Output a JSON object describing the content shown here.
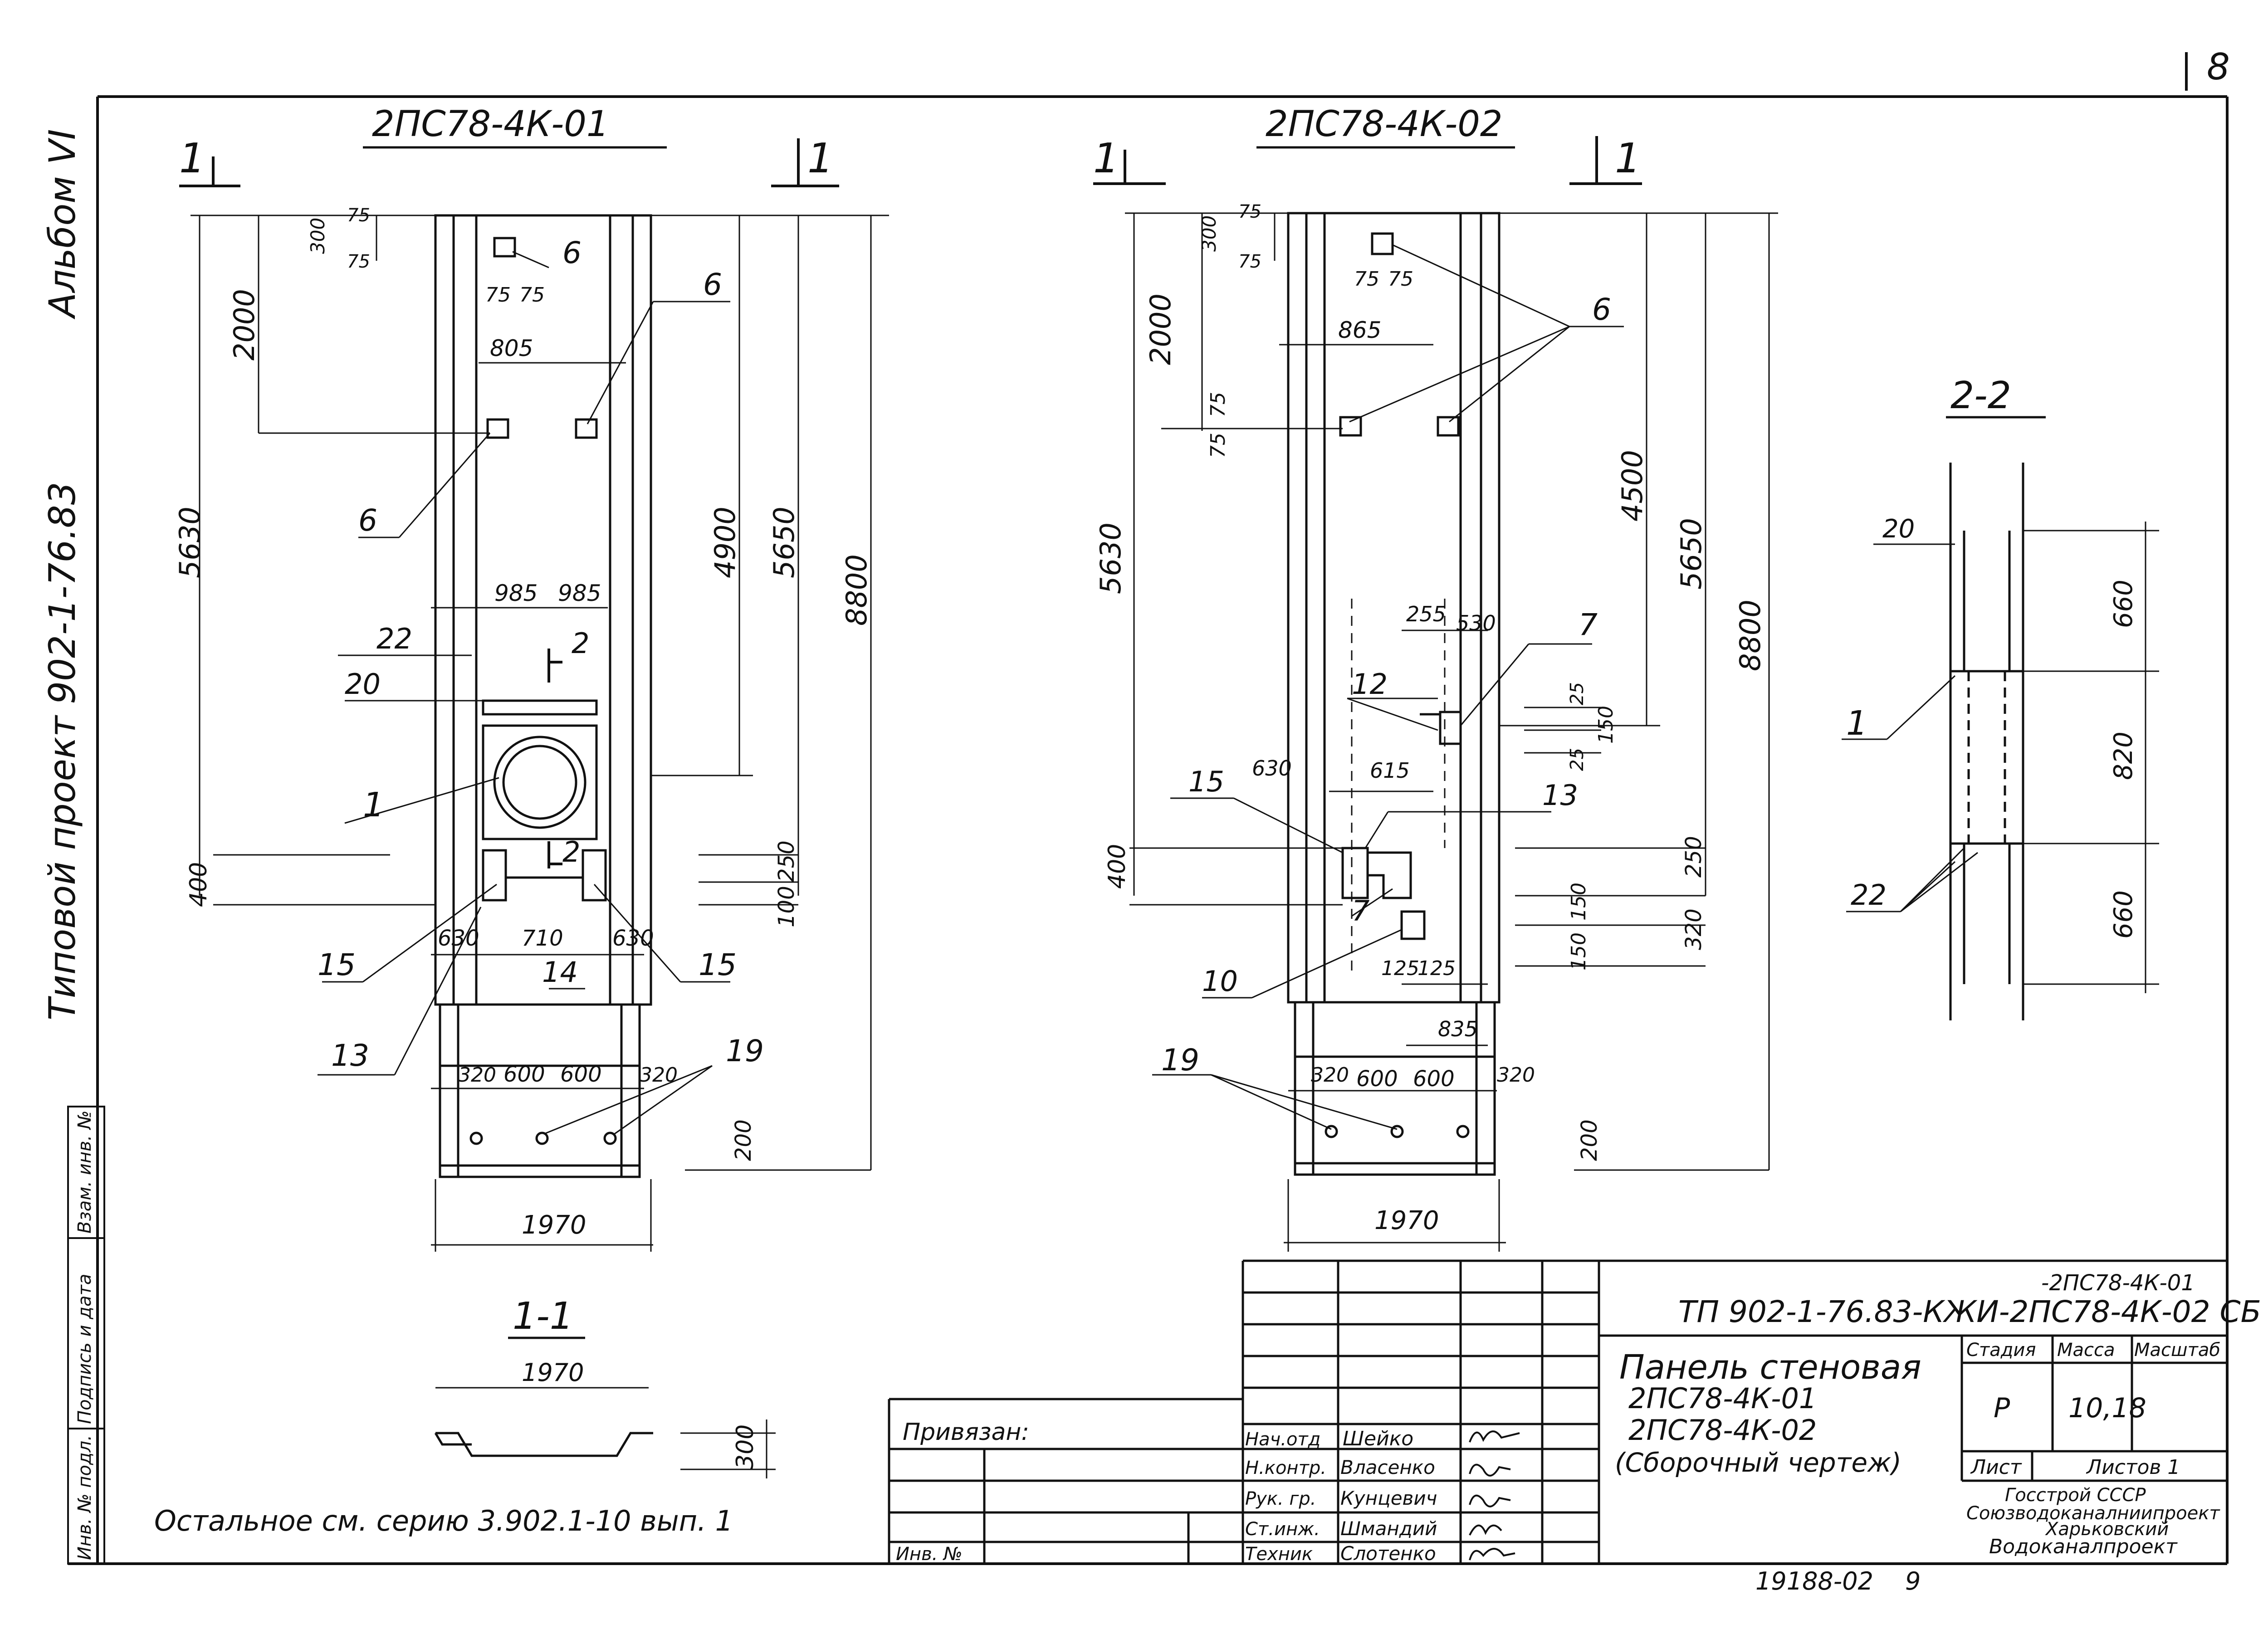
{
  "sheet": {
    "page_number": "8",
    "album": "Альбом VI",
    "project": "Типовой проект 902-1-76.83",
    "note": "Остальное см. серию 3.902.1-10 вып. 1",
    "archive_number": "19188-02",
    "archive_sheet": "9"
  },
  "views": {
    "panel1": {
      "title": "2ПС78-4К-01",
      "dims": {
        "d300": "300",
        "d75a": "75",
        "d75b": "75",
        "d2000": "2000",
        "d75c": "75",
        "d75d": "75",
        "d805": "805",
        "d5630": "5630",
        "d4900": "4900",
        "d5650": "5650",
        "d8800": "8800",
        "d985a": "985",
        "d985b": "985",
        "d400": "400",
        "d250": "250",
        "d100": "100",
        "d630a": "630",
        "d710": "710",
        "d630b": "630",
        "d320a": "320",
        "d600a": "600",
        "d600b": "600",
        "d320b": "320",
        "d200": "200",
        "d1970": "1970"
      },
      "callouts": {
        "c6a": "6",
        "c6b": "6",
        "c6c": "6",
        "c22": "22",
        "c20": "20",
        "c1": "1",
        "c15a": "15",
        "c15b": "15",
        "c13": "13",
        "c14": "14",
        "c19": "19",
        "sec2a": "2",
        "sec2b": "2"
      }
    },
    "panel2": {
      "title": "2ПС78-4К-02",
      "dims": {
        "d300": "300",
        "d75a": "75",
        "d75b": "75",
        "d2000": "2000",
        "d75c": "75",
        "d75d": "75",
        "d865": "865",
        "d75e": "75",
        "d75f": "75",
        "d5630": "5630",
        "d4500": "4500",
        "d5650": "5650",
        "d8800": "8800",
        "d255": "255",
        "d530": "530",
        "d25a": "25",
        "d150a": "150",
        "d25b": "25",
        "d630": "630",
        "d615": "615",
        "d400": "400",
        "d250": "250",
        "d320a": "320",
        "d150b": "150",
        "d150c": "150",
        "d125a": "125",
        "d125b": "125",
        "d835": "835",
        "d320b": "320",
        "d600a": "600",
        "d600b": "600",
        "d320c": "320",
        "d200": "200",
        "d1970": "1970"
      },
      "callouts": {
        "c6": "6",
        "c7a": "7",
        "c12": "12",
        "c15": "15",
        "c13": "13",
        "c7b": "7",
        "c10": "10",
        "c19": "19"
      }
    },
    "section11": {
      "title": "1-1",
      "d1970": "1970",
      "d300": "300"
    },
    "section22": {
      "title": "2-2",
      "d660a": "660",
      "d820": "820",
      "d660b": "660",
      "c20": "20",
      "c1": "1",
      "c22": "22"
    },
    "marker": "1"
  },
  "title_block": {
    "code_line1": "-2ПС78-4К-01",
    "code_line2": "ТП 902-1-76.83-КЖИ-2ПС78-4К-02 СБ",
    "product_title": [
      "Панель стеновая",
      "2ПС78-4К-01",
      "2ПС78-4К-02",
      "(Сборочный чертеж)"
    ],
    "headers": {
      "stage": "Стадия",
      "mass": "Масса",
      "scale": "Масштаб"
    },
    "values": {
      "stage": "Р",
      "mass": "10,18",
      "scale": ""
    },
    "sheet_label": "Лист",
    "sheets_label": "Листов 1",
    "organization": [
      "Госстрой СССР",
      "Союзводоканалниипроект",
      "Харьковский",
      "Водоканалпроект"
    ],
    "privyazan": "Привязан:",
    "inv_label": "Инв. №",
    "staff": [
      {
        "role": "Нач.отд",
        "name": "Шейко"
      },
      {
        "role": "Н.контр.",
        "name": "Власенко"
      },
      {
        "role": "Рук. гр.",
        "name": "Кунцевич"
      },
      {
        "role": "Ст.инж.",
        "name": "Шмандий"
      },
      {
        "role": "Техник",
        "name": "Слотенко"
      }
    ]
  },
  "side_stamp": {
    "a": "Инв. № подл.",
    "b": "Подпись и дата",
    "c": "Взам. инв. №"
  }
}
